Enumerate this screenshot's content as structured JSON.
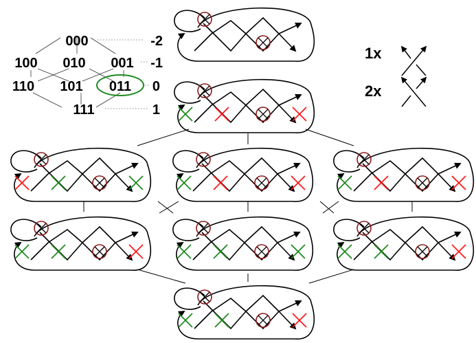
{
  "colors": {
    "ink": "#000000",
    "virtual_circle": "#8b1a1a",
    "green": "#1f8a1f",
    "red": "#ff1a1a",
    "dotted": "#888888",
    "lattice": "#333333"
  },
  "lattice": {
    "nodes": {
      "n000": "000",
      "n100": "100",
      "n010": "010",
      "n001": "001",
      "n110": "110",
      "n101": "101",
      "n011": "011",
      "n111": "111"
    },
    "degrees": {
      "d0": "-2",
      "d1": "-1",
      "d2": "0",
      "d3": "1"
    },
    "highlighted_node": "011"
  },
  "legend": {
    "one_times": "1x",
    "two_times": "2x"
  },
  "panels": [
    {
      "id": "p000",
      "state": "000",
      "marks": [
        "gap",
        "gap",
        "gap"
      ]
    },
    {
      "id": "p100",
      "state": "100",
      "marks": [
        "green",
        "red",
        "red"
      ]
    },
    {
      "id": "p010",
      "state": "010",
      "marks": [
        "red",
        "green",
        "green"
      ]
    },
    {
      "id": "p001",
      "state": "001",
      "marks": [
        "green",
        "red",
        "red"
      ]
    },
    {
      "id": "p110",
      "state": "110",
      "marks": [
        "green",
        "red",
        "red"
      ]
    },
    {
      "id": "p101",
      "state": "101",
      "marks": [
        "green",
        "green",
        "red"
      ]
    },
    {
      "id": "p011",
      "state": "011",
      "marks": [
        "green",
        "green",
        "green"
      ]
    },
    {
      "id": "p111",
      "state": "111",
      "marks": [
        "green",
        "green",
        "red"
      ]
    }
  ]
}
